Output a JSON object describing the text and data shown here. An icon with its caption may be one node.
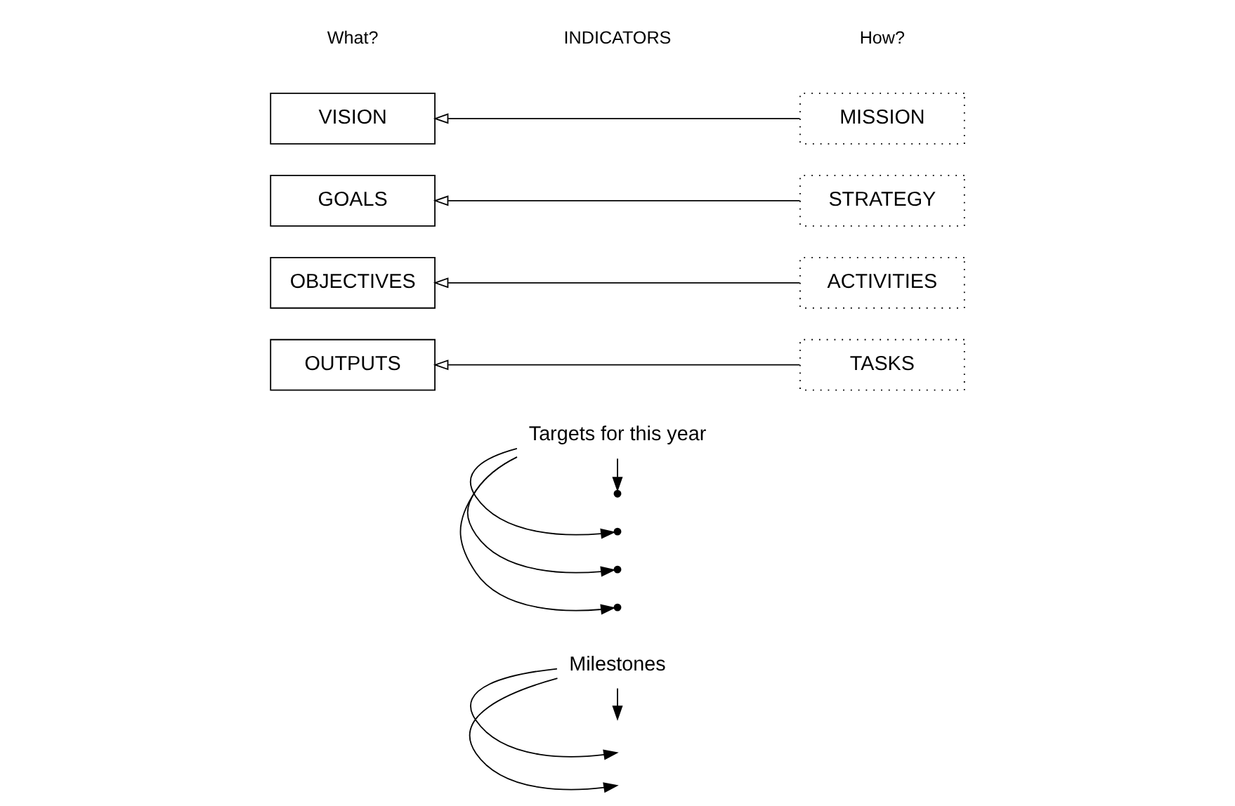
{
  "diagram": {
    "nodes": [
      {
        "text": [
          "VISION"
        ]
      },
      {
        "text": [
          "MISSION"
        ]
      },
      {
        "text": [
          "GOALS"
        ]
      },
      {
        "text": [
          "STRATEGY"
        ]
      },
      {
        "text": [
          "OBJECTIVES"
        ]
      },
      {
        "text": [
          "ACTIVITIES"
        ]
      },
      {
        "text": [
          "OUTPUTS"
        ]
      },
      {
        "text": [
          "TASKS"
        ]
      },
      {
        "text": [
          "Milestones"
        ]
      },
      {
        "text": [
          "Targets for this year"
        ]
      },
      {
        "text": [],
        "shape": "circle"
      },
      {
        "text": [],
        "shape": "circle"
      },
      {
        "text": [],
        "shape": "circle"
      },
      {
        "text": [],
        "shape": "circle"
      }
    ],
    "edges": [
      {
        "from": 1,
        "to": 0,
        "arrow": "to"
      },
      {
        "from": 3,
        "to": 2,
        "arrow": "to"
      },
      {
        "from": 5,
        "to": 4,
        "arrow": "to"
      },
      {
        "from": 7,
        "to": 6,
        "arrow": "to"
      },
      {
        "from": 8,
        "to": null,
        "arrow": "to"
      },
      {
        "from": 8,
        "to": null,
        "arrow": "to"
      },
      {
        "from": 8,
        "to": null,
        "arrow": "to"
      },
      {
        "from": 9,
        "to": 10,
        "arrow": "to"
      },
      {
        "from": 9,
        "to": 11,
        "arrow": "to"
      },
      {
        "from": 9,
        "to": 12,
        "arrow": "to"
      },
      {
        "from": 9,
        "to": 13,
        "arrow": "to"
      }
    ],
    "labels": [
      "What?",
      "How?",
      "INDICATORS"
    ]
  }
}
